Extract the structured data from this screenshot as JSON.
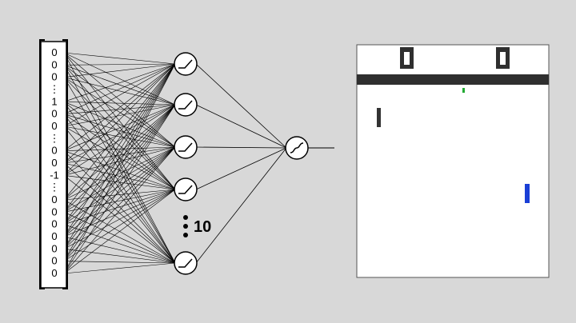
{
  "input_vector": {
    "entries": [
      "0",
      "0",
      "0",
      "⋮",
      "1",
      "0",
      "0",
      "⋮",
      "0",
      "0",
      "-1",
      "⋮",
      "0",
      "0",
      "0",
      "0",
      "0",
      "0",
      "0"
    ]
  },
  "hidden_layer": {
    "activation": "relu",
    "count_label": "10",
    "ellipsis": "⋮"
  },
  "output_unit": {
    "activation": "sigmoid"
  },
  "colors": {
    "background": "#d8d8d8",
    "game_field": "#ffffff",
    "game_bar": "#2f2f2f",
    "left_paddle": "#333333",
    "right_paddle": "#1a3fd6",
    "ball": "#22aa33"
  }
}
